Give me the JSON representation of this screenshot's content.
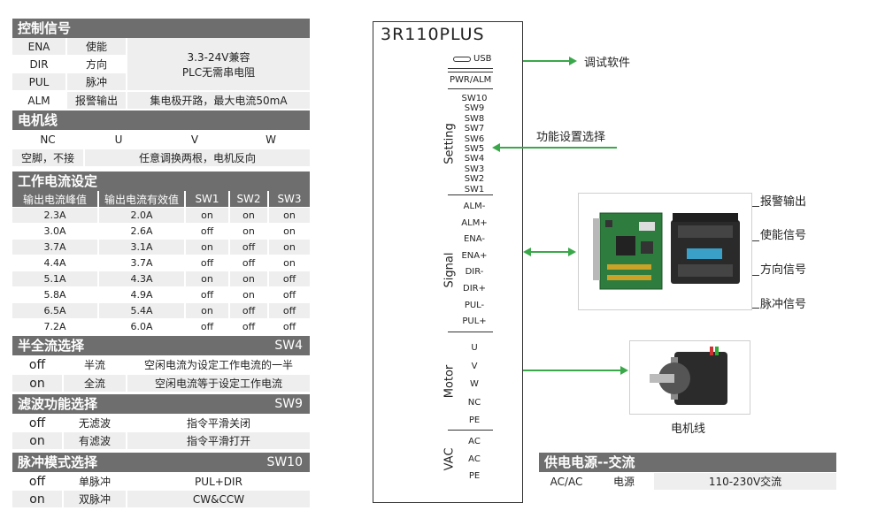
{
  "control": {
    "title": "控制信号",
    "rows": [
      {
        "code": "ENA",
        "name": "使能"
      },
      {
        "code": "DIR",
        "name": "方向"
      },
      {
        "code": "PUL",
        "name": "脉冲"
      }
    ],
    "merged_line1": "3.3-24V兼容",
    "merged_line2": "PLC无需串电阻",
    "alm_code": "ALM",
    "alm_name": "报警输出",
    "alm_desc": "集电极开路，最大电流50mA"
  },
  "motor_line": {
    "title": "电机线",
    "pins": [
      "NC",
      "U",
      "V",
      "W"
    ],
    "nc_desc": "空脚，不接",
    "uvw_desc": "任意调换两根，电机反向"
  },
  "current": {
    "title": "工作电流设定",
    "headers": [
      "输出电流峰值",
      "输出电流有效值",
      "SW1",
      "SW2",
      "SW3"
    ],
    "rows": [
      [
        "2.3A",
        "2.0A",
        "on",
        "on",
        "on"
      ],
      [
        "3.0A",
        "2.6A",
        "off",
        "on",
        "on"
      ],
      [
        "3.7A",
        "3.1A",
        "on",
        "off",
        "on"
      ],
      [
        "4.4A",
        "3.7A",
        "off",
        "off",
        "on"
      ],
      [
        "5.1A",
        "4.3A",
        "on",
        "on",
        "off"
      ],
      [
        "5.8A",
        "4.9A",
        "off",
        "on",
        "off"
      ],
      [
        "6.5A",
        "5.4A",
        "on",
        "off",
        "off"
      ],
      [
        "7.2A",
        "6.0A",
        "off",
        "off",
        "off"
      ]
    ]
  },
  "half": {
    "title": "半全流选择",
    "sw": "SW4",
    "rows": [
      {
        "state": "off",
        "name": "半流",
        "desc": "空闲电流为设定工作电流的一半"
      },
      {
        "state": "on",
        "name": "全流",
        "desc": "空闲电流等于设定工作电流"
      }
    ]
  },
  "filter": {
    "title": "滤波功能选择",
    "sw": "SW9",
    "rows": [
      {
        "state": "off",
        "name": "无滤波",
        "desc": "指令平滑关闭"
      },
      {
        "state": "on",
        "name": "有滤波",
        "desc": "指令平滑打开"
      }
    ]
  },
  "pulse": {
    "title": "脉冲模式选择",
    "sw": "SW10",
    "rows": [
      {
        "state": "off",
        "name": "单脉冲",
        "desc": "PUL+DIR"
      },
      {
        "state": "on",
        "name": "双脉冲",
        "desc": "CW&CCW"
      }
    ]
  },
  "device": {
    "model": "3R110PLUS",
    "usb": "USB",
    "pwr_alm": "PWR/ALM",
    "setting_label": "Setting",
    "switches": [
      "SW10",
      "SW9",
      "SW8",
      "SW7",
      "SW6",
      "SW5",
      "SW4",
      "SW3",
      "SW2",
      "SW1"
    ],
    "signal_label": "Signal",
    "signal_pins": [
      "ALM-",
      "ALM+",
      "ENA-",
      "ENA+",
      "DIR-",
      "DIR+",
      "PUL-",
      "PUL+"
    ],
    "motor_label": "Motor",
    "motor_pins": [
      "U",
      "V",
      "W",
      "NC",
      "PE"
    ],
    "vac_label": "VAC",
    "vac_pins": [
      "AC",
      "AC",
      "PE"
    ]
  },
  "labels": {
    "debug_software": "调试软件",
    "function_setting": "功能设置选择",
    "alarm_out": "报警输出",
    "enable_signal": "使能信号",
    "direction_signal": "方向信号",
    "pulse_signal": "脉冲信号",
    "motor_cable": "电机线"
  },
  "power": {
    "title": "供电电源--交流",
    "col1": "AC/AC",
    "col2": "电源",
    "col3": "110-230V交流"
  },
  "colors": {
    "accent": "#3aa84a",
    "header": "#6e6e6e",
    "row_alt": "#eeeeee"
  }
}
